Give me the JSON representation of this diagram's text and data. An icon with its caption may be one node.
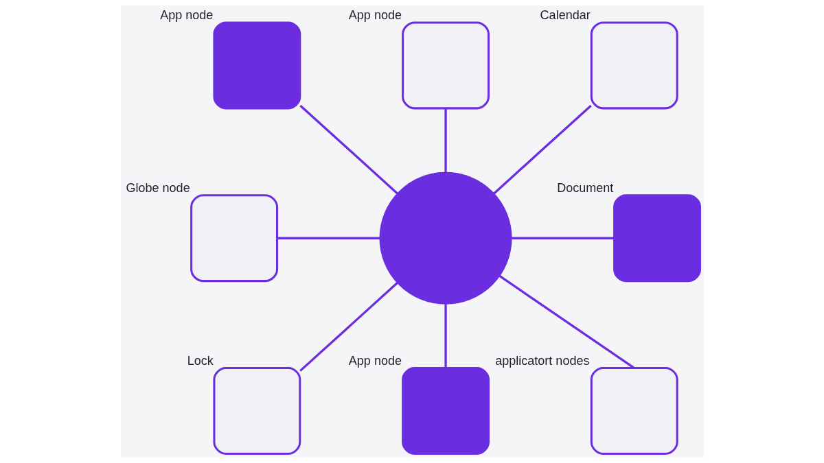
{
  "diagram": {
    "nodes": [
      {
        "text": [],
        "shape": "box",
        "beside": [
          "App node"
        ]
      },
      {
        "text": [],
        "shape": "box",
        "beside": [
          "App node"
        ]
      },
      {
        "text": [],
        "shape": "box",
        "beside": [
          "Calendar"
        ]
      },
      {
        "text": [],
        "shape": "box",
        "beside": [
          "Globe node"
        ]
      },
      {
        "text": [],
        "shape": "circle"
      },
      {
        "text": [],
        "shape": "box",
        "beside": [
          "Document"
        ]
      },
      {
        "text": [],
        "shape": "box",
        "beside": [
          "Lock"
        ]
      },
      {
        "text": [],
        "shape": "box",
        "beside": [
          "applicatort nodes"
        ]
      },
      {
        "text": [],
        "shape": "box",
        "beside": [
          "App node"
        ]
      }
    ],
    "edges": [
      {
        "from": 4,
        "to": 0,
        "arrow": "none"
      },
      {
        "from": 4,
        "to": 2,
        "arrow": "none"
      },
      {
        "from": 4,
        "to": 5,
        "arrow": "none"
      },
      {
        "from": 4,
        "to": 7,
        "arrow": "none"
      },
      {
        "from": 4,
        "to": 8,
        "arrow": "none"
      },
      {
        "from": 4,
        "to": 6,
        "arrow": "none"
      },
      {
        "from": 4,
        "to": 3,
        "arrow": "none"
      },
      {
        "from": 4,
        "to": 1,
        "arrow": "none"
      }
    ]
  }
}
